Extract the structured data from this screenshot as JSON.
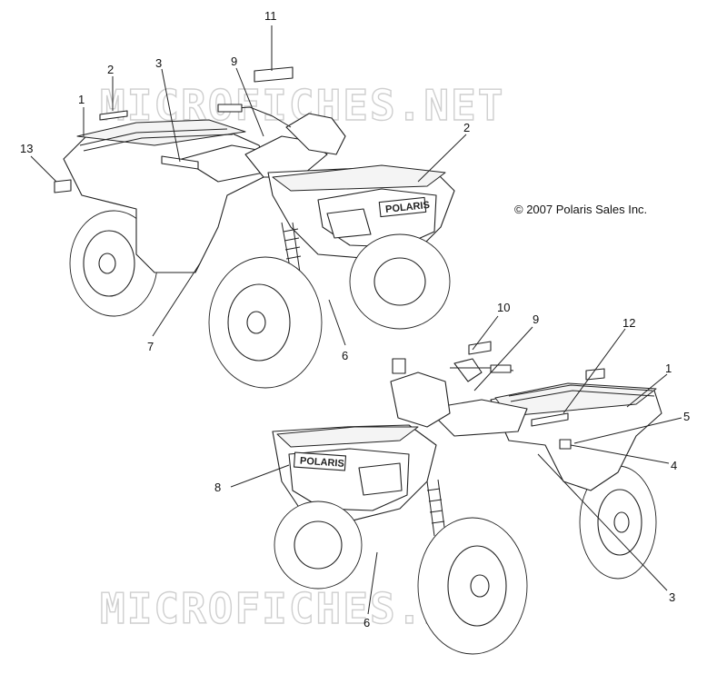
{
  "copyright": "© 2007 Polaris Sales Inc.",
  "watermark": "MICROFICHES.NET",
  "brand_label": "POLARIS",
  "callouts": {
    "top": [
      "11",
      "2",
      "3",
      "9",
      "1",
      "13",
      "2",
      "7",
      "6"
    ],
    "bottom": [
      "10",
      "9",
      "12",
      "1",
      "5",
      "4",
      "8",
      "3",
      "6"
    ]
  }
}
